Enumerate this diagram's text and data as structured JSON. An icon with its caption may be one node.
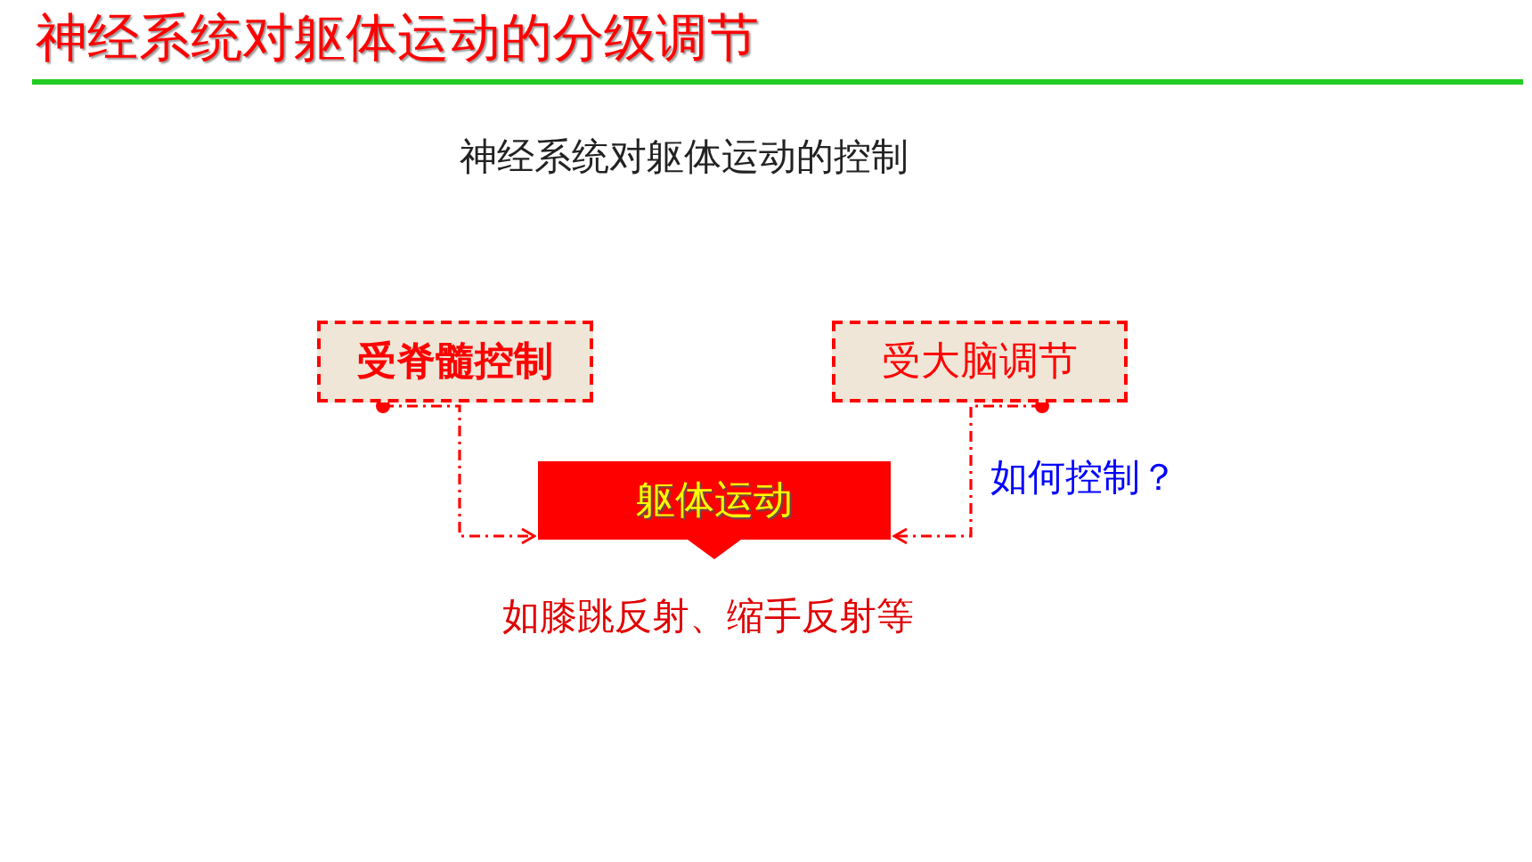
{
  "diagram": {
    "title": "神经系统对躯体运动的分级调节",
    "nodes": [
      {
        "text": [
          "受脊髓控制"
        ]
      },
      {
        "text": [
          "受大脑调节"
        ]
      },
      {
        "text": [
          "躯体运动"
        ]
      }
    ],
    "edges": [
      {
        "from": 0,
        "to": 2,
        "arrow": "to",
        "style": "dashed"
      },
      {
        "from": 1,
        "to": 2,
        "arrow": "to",
        "style": "dashed"
      }
    ],
    "labels": [
      "神经系统对躯体运动的控制",
      "如何控制？",
      "如膝跳反射、缩手反射等"
    ]
  }
}
